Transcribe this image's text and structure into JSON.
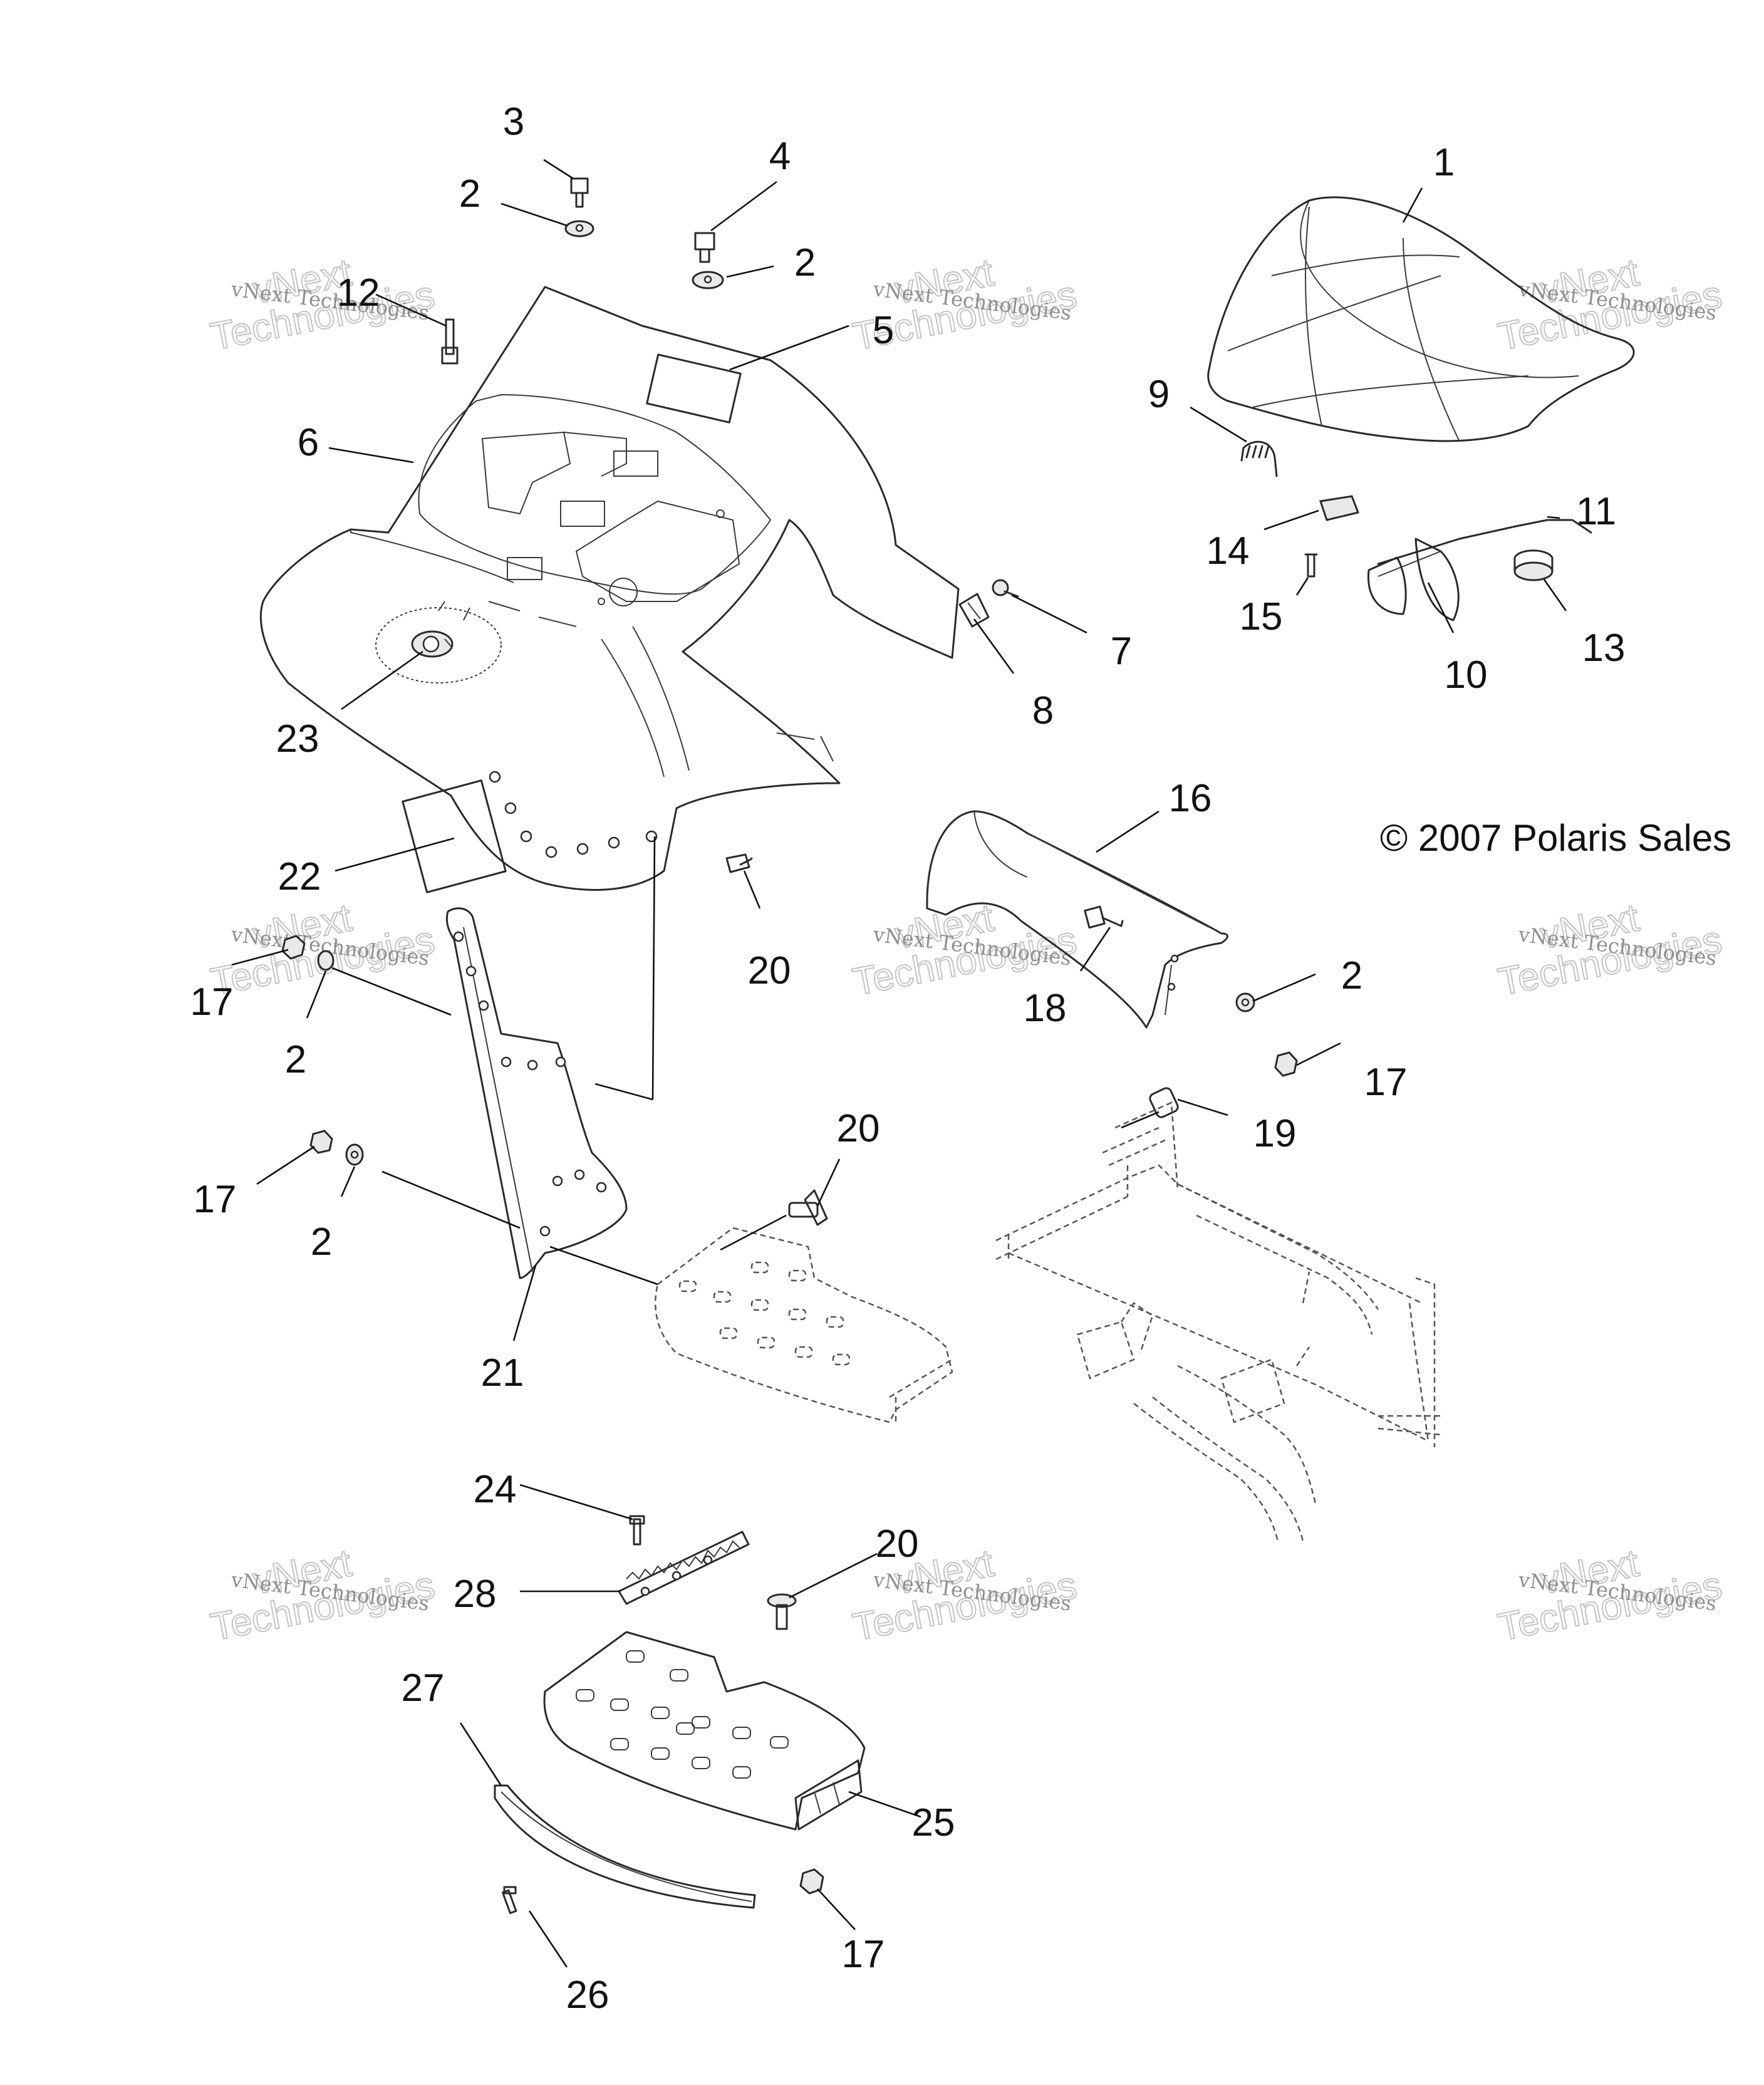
{
  "copyright": "© 2007 Polaris Sales",
  "watermark": {
    "line1": "vNext Technologies",
    "line2": "Technologies",
    "line3": "vNext"
  },
  "callouts": [
    "1",
    "2",
    "3",
    "4",
    "5",
    "6",
    "7",
    "8",
    "9",
    "10",
    "11",
    "12",
    "13",
    "14",
    "15",
    "16",
    "17",
    "18",
    "19",
    "20",
    "21",
    "22",
    "23",
    "24",
    "25",
    "26",
    "27",
    "28"
  ],
  "repeat_callouts": {
    "two": "2",
    "seventeen": "17",
    "twenty": "20"
  }
}
